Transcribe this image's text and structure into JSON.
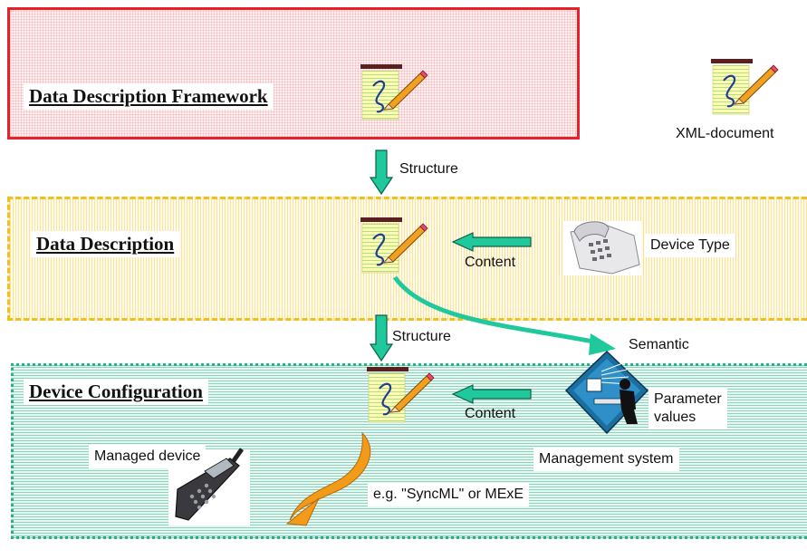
{
  "layers": {
    "framework": {
      "title": "Data Description Framework"
    },
    "description": {
      "title": "Data Description"
    },
    "configuration": {
      "title": "Device Configuration"
    }
  },
  "labels": {
    "xml_document": "XML-document",
    "structure_1": "Structure",
    "structure_2": "Structure",
    "content_1": "Content",
    "content_2": "Content",
    "device_type": "Device Type",
    "semantic": "Semantic",
    "parameter_values_1": "Parameter",
    "parameter_values_2": "values",
    "management_system": "Management system",
    "managed_device": "Managed device",
    "protocol": "e.g. \"SyncML\" or MExE"
  },
  "icons": {
    "xml_document": "xml-document-icon",
    "device_type": "desk-phone-icon",
    "management_system": "management-workstation-icon",
    "managed_device": "mobile-phone-icon"
  },
  "colors": {
    "framework_border": "#e8202a",
    "description_border": "#f1c01c",
    "configuration_border": "#27b387",
    "arrow_green": "#1fc99b",
    "arrow_orange": "#f39a18"
  }
}
